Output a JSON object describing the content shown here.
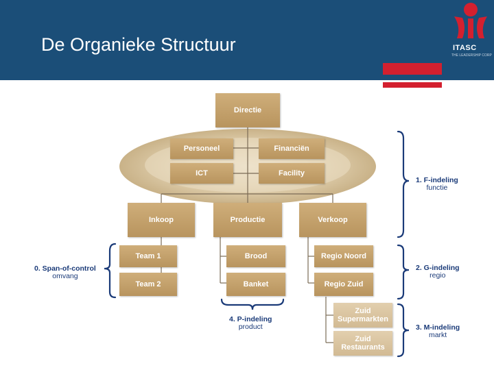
{
  "title": "De Organieke Structuur",
  "logo": {
    "name": "ITASC",
    "tagline": "THE LEADERSHIP CORP"
  },
  "boxes": {
    "directie": "Directie",
    "personeel": "Personeel",
    "financien": "Financiën",
    "ict": "ICT",
    "facility": "Facility",
    "inkoop": "Inkoop",
    "productie": "Productie",
    "verkoop": "Verkoop",
    "team1": "Team 1",
    "team2": "Team 2",
    "brood": "Brood",
    "banket": "Banket",
    "regio_noord": "Regio Noord",
    "regio_zuid": "Regio Zuid",
    "zuid_supermarkten": "Zuid Supermarkten",
    "zuid_restaurants": "Zuid Restaurants"
  },
  "labels": {
    "f_title": "1. F-indeling",
    "f_sub": "functie",
    "g_title": "2. G-indeling",
    "g_sub": "regio",
    "m_title": "3. M-indeling",
    "m_sub": "markt",
    "p_title": "4. P-indeling",
    "p_sub": "product",
    "span_title": "0. Span-of-control",
    "span_sub": "omvang"
  },
  "colors": {
    "header": "#1b4e78",
    "accent": "#d3202f",
    "box": "#c4a26e",
    "label": "#1a3a78"
  }
}
